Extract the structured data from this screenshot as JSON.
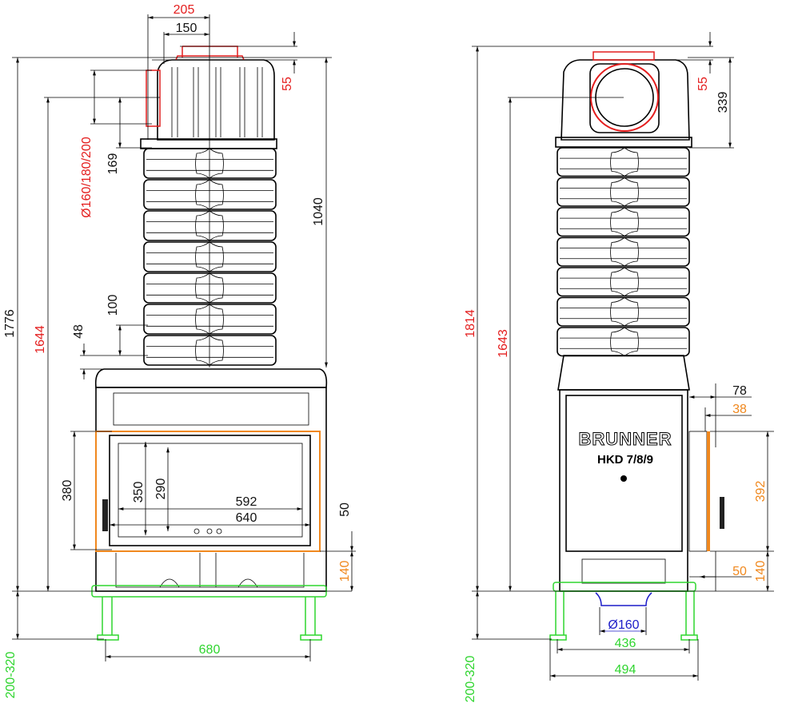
{
  "colors": {
    "black": "#111111",
    "red": "#e41e1e",
    "orange": "#f0881e",
    "green": "#2fd52f",
    "blue": "#1c1cc8"
  },
  "front_view": {
    "dimensions": {
      "d205": "205",
      "d150": "150",
      "d55": "55",
      "d1776": "1776",
      "d1644": "1644",
      "d_flue": "Ø160/180/200",
      "d169": "169",
      "d1040": "1040",
      "d100": "100",
      "d48": "48",
      "d380": "380",
      "d350": "350",
      "d290": "290",
      "d592": "592",
      "d640": "640",
      "d50": "50",
      "d140": "140",
      "d680": "680",
      "d_legs": "200-320"
    }
  },
  "side_view": {
    "brand": "BRUNNER",
    "model": "HKD 7/8/9",
    "dimensions": {
      "d55": "55",
      "d339": "339",
      "d1814": "1814",
      "d1643": "1643",
      "d78": "78",
      "d38": "38",
      "d392": "392",
      "d140": "140",
      "d50": "50",
      "d160": "Ø160",
      "d436": "436",
      "d494": "494",
      "d_legs": "200-320"
    }
  }
}
